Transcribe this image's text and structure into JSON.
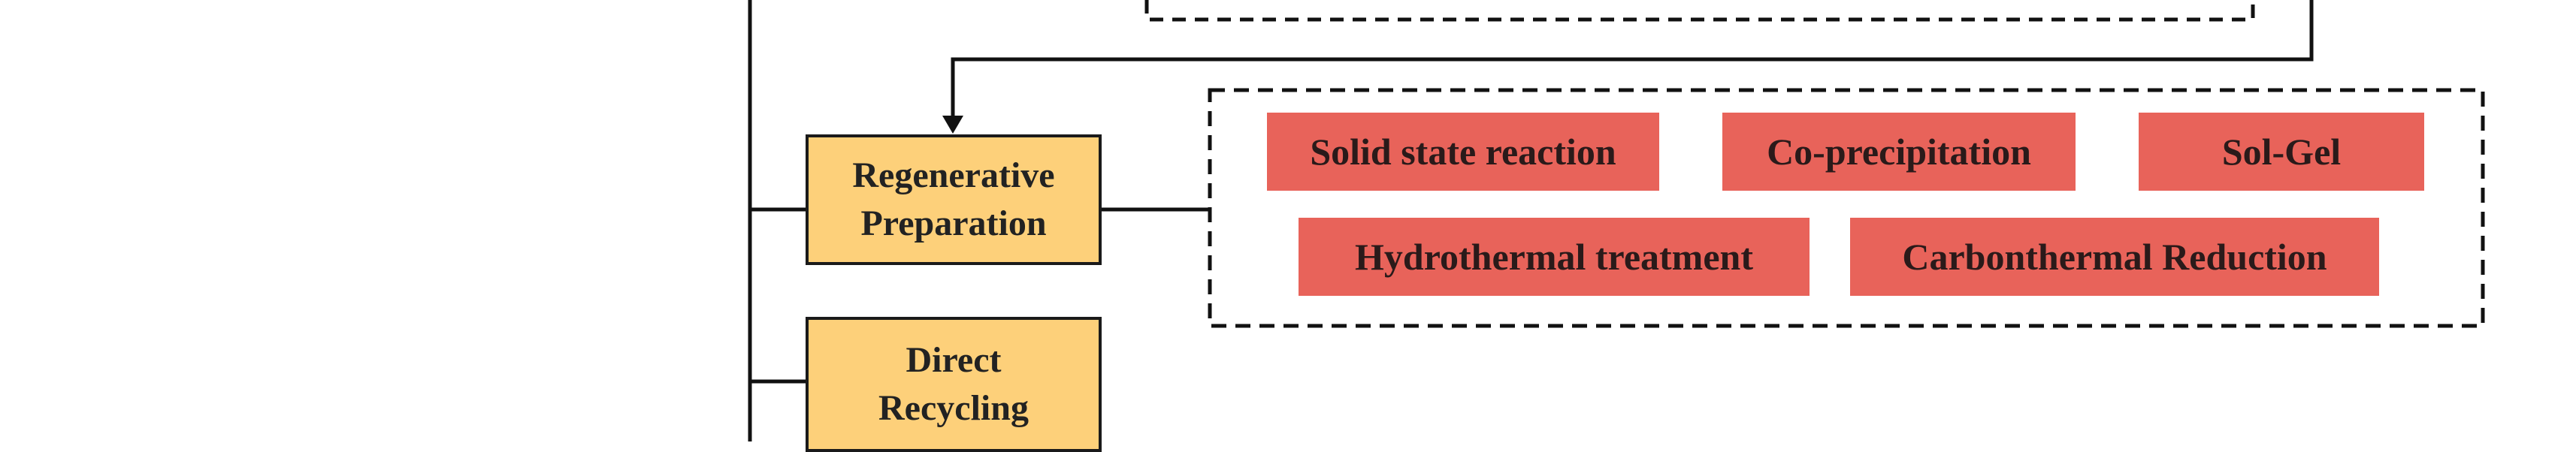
{
  "colors": {
    "step_box_fill": "#fdd07a",
    "method_chip_fill": "#e8635a",
    "line": "#111111",
    "text": "#222222"
  },
  "steps": [
    {
      "id": "regenerative-preparation",
      "label": "Regenerative\nPreparation"
    },
    {
      "id": "direct-recycling",
      "label": "Direct\nRecycling"
    }
  ],
  "methods": [
    {
      "id": "solid-state-reaction",
      "label": "Solid state reaction"
    },
    {
      "id": "co-precipitation",
      "label": "Co-precipitation"
    },
    {
      "id": "sol-gel",
      "label": "Sol-Gel"
    },
    {
      "id": "hydrothermal-treatment",
      "label": "Hydrothermal treatment"
    },
    {
      "id": "carbonthermal-reduction",
      "label": "Carbonthermal Reduction"
    }
  ]
}
